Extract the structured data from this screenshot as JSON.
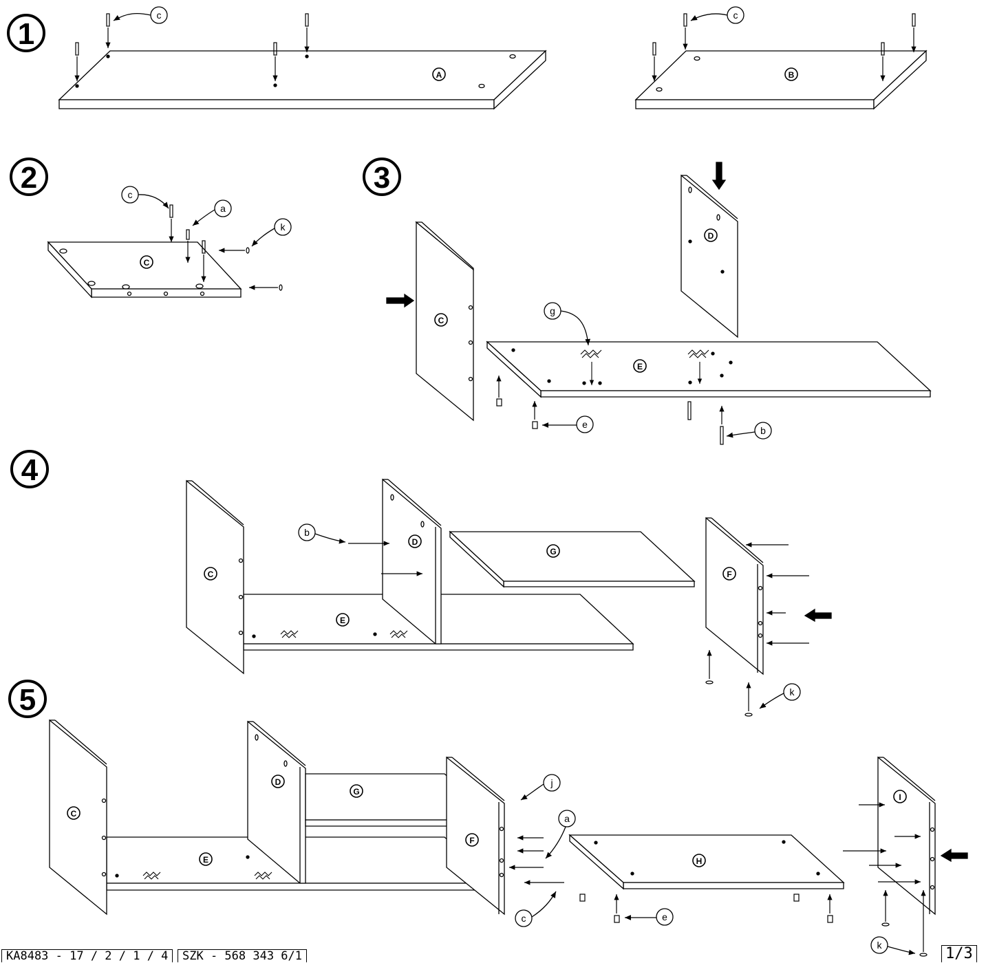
{
  "steps": [
    "1",
    "2",
    "3",
    "4",
    "5"
  ],
  "panels": {
    "A": "A",
    "B": "B",
    "C": "C",
    "D": "D",
    "E": "E",
    "F": "F",
    "G": "G",
    "H": "H",
    "I": "I"
  },
  "parts": {
    "a": "a",
    "b": "b",
    "c": "c",
    "e": "e",
    "g": "g",
    "j": "j",
    "k": "k"
  },
  "footer": {
    "code1": "KA8483 - 17 / 2 / 1 / 4",
    "code2": "SZK - 568 343 6/1",
    "page": "1/3"
  }
}
